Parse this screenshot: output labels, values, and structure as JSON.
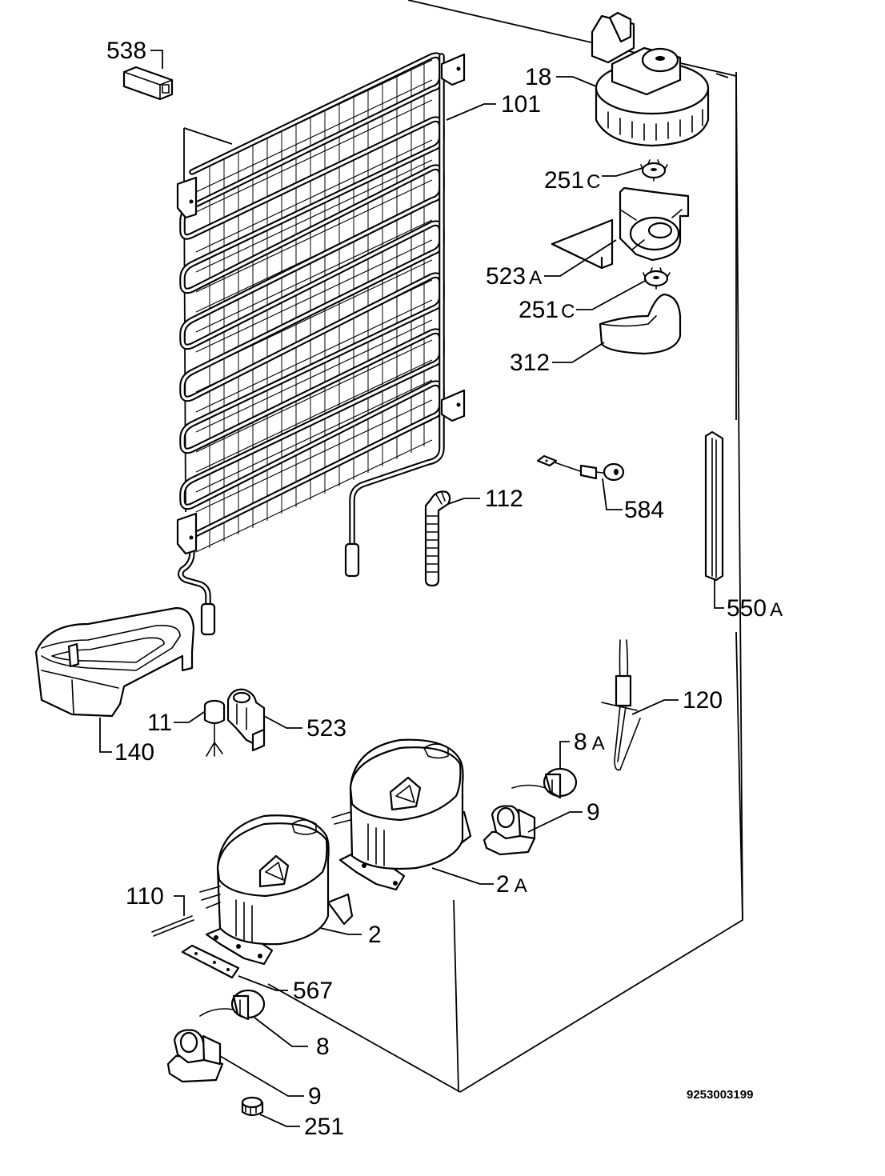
{
  "diagram": {
    "document_number": "9253003199",
    "callouts": {
      "c538": {
        "number": "538",
        "suffix": ""
      },
      "c18": {
        "number": "18",
        "suffix": ""
      },
      "c101": {
        "number": "101",
        "suffix": ""
      },
      "c251c_top": {
        "number": "251",
        "suffix": "C"
      },
      "c523a": {
        "number": "523",
        "suffix": "A"
      },
      "c251c_mid": {
        "number": "251",
        "suffix": "C"
      },
      "c312": {
        "number": "312",
        "suffix": ""
      },
      "c112": {
        "number": "112",
        "suffix": ""
      },
      "c584": {
        "number": "584",
        "suffix": ""
      },
      "c550a": {
        "number": "550",
        "suffix": "A"
      },
      "c120": {
        "number": "120",
        "suffix": ""
      },
      "c11": {
        "number": "11",
        "suffix": ""
      },
      "c523": {
        "number": "523",
        "suffix": ""
      },
      "c140": {
        "number": "140",
        "suffix": ""
      },
      "c8a": {
        "number": "8",
        "suffix": "A"
      },
      "c9_top": {
        "number": "9",
        "suffix": ""
      },
      "c2a": {
        "number": "2",
        "suffix": "A"
      },
      "c110": {
        "number": "110",
        "suffix": ""
      },
      "c2": {
        "number": "2",
        "suffix": ""
      },
      "c567": {
        "number": "567",
        "suffix": ""
      },
      "c8": {
        "number": "8",
        "suffix": ""
      },
      "c9_bottom": {
        "number": "9",
        "suffix": ""
      },
      "c251": {
        "number": "251",
        "suffix": ""
      }
    }
  }
}
